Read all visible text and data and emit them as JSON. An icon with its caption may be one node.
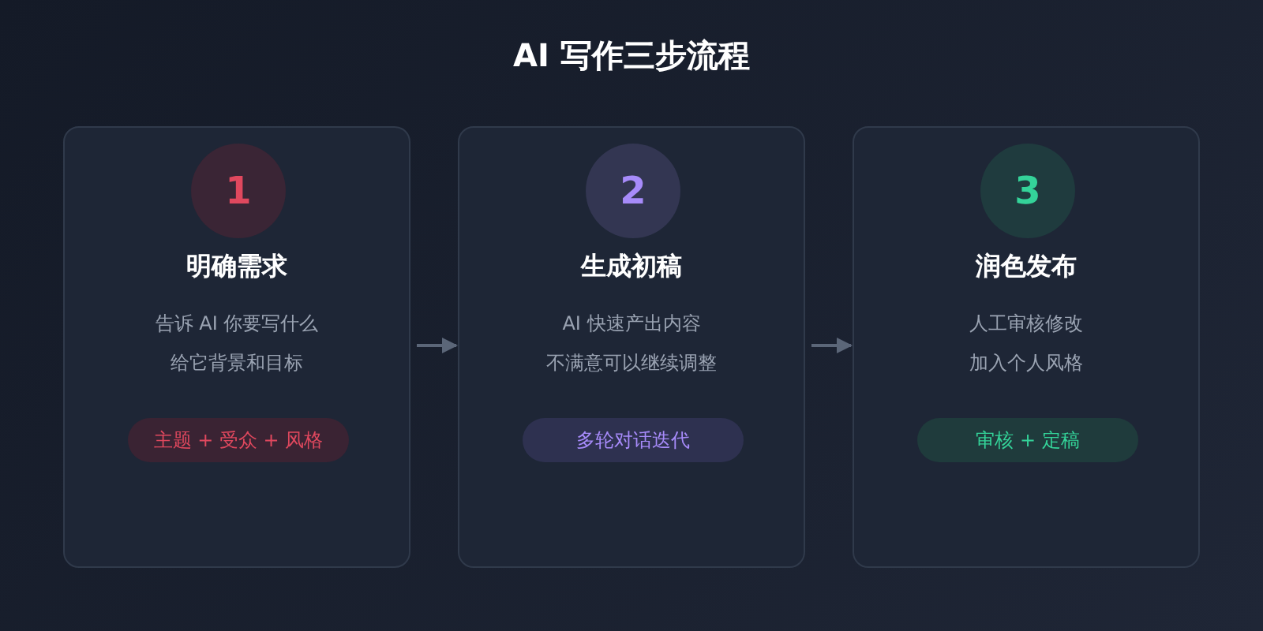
{
  "diagram": {
    "title": "AI 写作三步流程",
    "nodes": [
      {
        "text": [
          "1",
          "明确需求",
          "告诉 AI 你要写什么",
          "给它背景和目标",
          "主题 + 受众 + 风格"
        ]
      },
      {
        "text": [
          "2",
          "生成初稿",
          "AI 快速产出内容",
          "不满意可以继续调整",
          "多轮对话迭代"
        ]
      },
      {
        "text": [
          "3",
          "润色发布",
          "人工审核修改",
          "加入个人风格",
          "审核 + 定稿"
        ]
      }
    ],
    "edges": [
      {
        "from": 0,
        "to": 1,
        "arrow": "to"
      },
      {
        "from": 1,
        "to": 2,
        "arrow": "to"
      }
    ]
  }
}
